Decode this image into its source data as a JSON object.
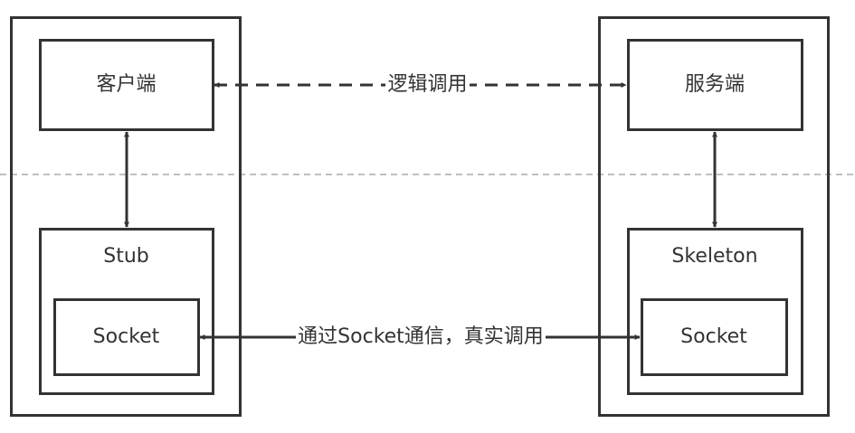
{
  "diagram": {
    "nodes": {
      "client": "客户端",
      "server": "服务端",
      "stub": "Stub",
      "skeleton": "Skeleton",
      "client_socket": "Socket",
      "server_socket": "Socket"
    },
    "edges": {
      "logical_call": "逻辑调用",
      "socket_call": "通过Socket通信，真实调用"
    },
    "colors": {
      "stroke": "#333333",
      "divider": "#999999",
      "text": "#333333",
      "background": "#ffffff"
    }
  }
}
